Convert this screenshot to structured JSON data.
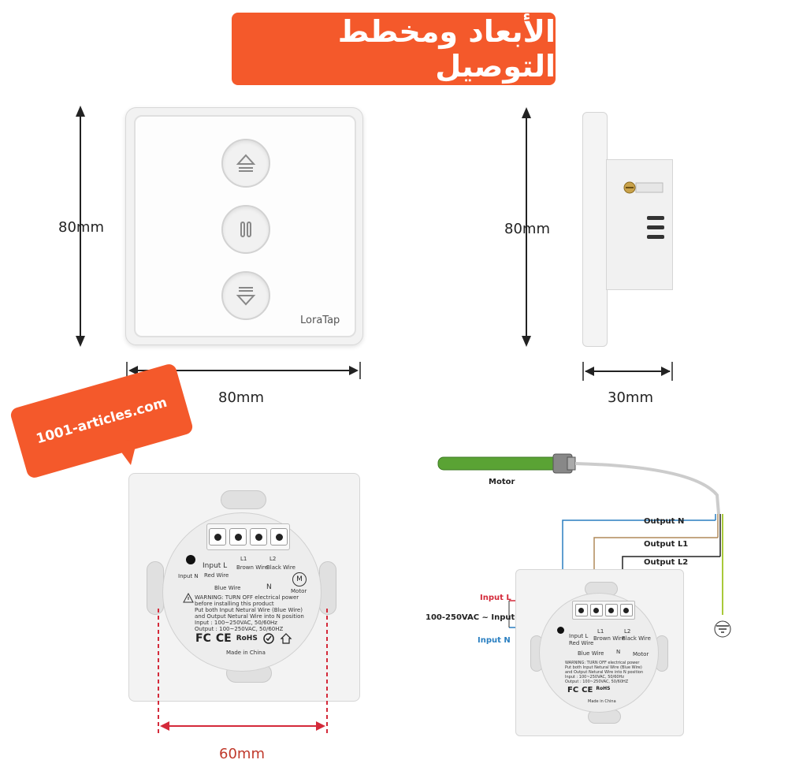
{
  "title": "الأبعاد ومخطط التوصيل",
  "website": "1001-articles.com",
  "dimensions": {
    "front_height": "80mm",
    "front_width": "80mm",
    "side_height": "80mm",
    "side_depth": "30mm",
    "mount_spacing": "60mm"
  },
  "front_panel": {
    "brand": "LoraTap",
    "buttons": [
      "up-button",
      "pause-button",
      "down-button"
    ]
  },
  "back_panel": {
    "input_l": "Input L",
    "red_wire": "Red Wire",
    "l1": "L1",
    "brown_wire": "Brown Wire",
    "l2": "L2",
    "black_wire": "Black Wire",
    "input_n": "Input N",
    "blue_wire": "Blue Wire",
    "n": "N",
    "motor": "Motor",
    "m": "M",
    "warning_lines": [
      "WARNING: TURN OFF electrical power",
      "before installing this product",
      "Put both Input Netural Wire (Blue Wire)",
      "and Output Netural Wire into N position",
      "Input : 100~250VAC, 50/60Hz",
      "Output : 100~250VAC, 50/60HZ"
    ],
    "certifications": [
      "FC",
      "CE",
      "RoHS"
    ],
    "made_in": "Made in China"
  },
  "wiring": {
    "motor_label": "Motor",
    "output_n": "Output N",
    "output_l1": "Output L1",
    "output_l2": "Output L2",
    "input_l": "Input L",
    "input_voltage": "100-250VAC ~ Input",
    "input_n": "Input N",
    "colors": {
      "blue": "#2a7fc1",
      "brown": "#b08a5a",
      "black": "#222222",
      "red": "#d42a3a",
      "green_yellow": "#a9c93a",
      "motor_tube": "#5aa334"
    }
  },
  "colors": {
    "accent_orange": "#f4592b",
    "dimension_red": "#c0392b"
  }
}
